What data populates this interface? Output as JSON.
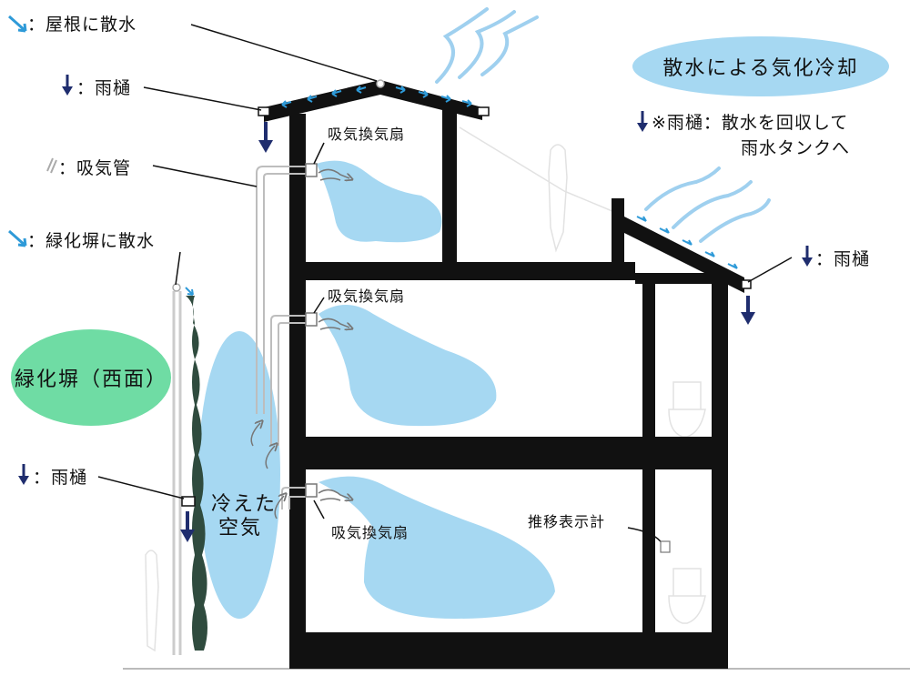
{
  "legend": {
    "roof_spray": "：屋根に散水",
    "gutter_top": "：雨樋",
    "intake_pipe": "：吸気管",
    "green_wall_spray": "：緑化塀に散水",
    "gutter_right": "：雨樋",
    "gutter_left": "：雨樋"
  },
  "badges": {
    "evaporative_cooling": "散水による気化冷却",
    "green_wall_west": "緑化塀（西面）"
  },
  "note": {
    "line1": "※雨樋：散水を回収して",
    "line2": "雨水タンクへ"
  },
  "labels": {
    "fan_top": "吸気換気扇",
    "fan_mid": "吸気換気扇",
    "fan_bottom": "吸気換気扇",
    "cool_air_1": "冷えた",
    "cool_air_2": "空気",
    "recorder": "推移表示計"
  },
  "colors": {
    "structure": "#111111",
    "air_blue": "#a6d8f2",
    "spray_arrow": "#2e9ad8",
    "gutter_arrow": "#1f2d6e",
    "wind": "#9fd0ef",
    "green_badge": "#6fdca4",
    "green_wall": "#2f4b3e",
    "pipe": "#bdbdbd"
  }
}
